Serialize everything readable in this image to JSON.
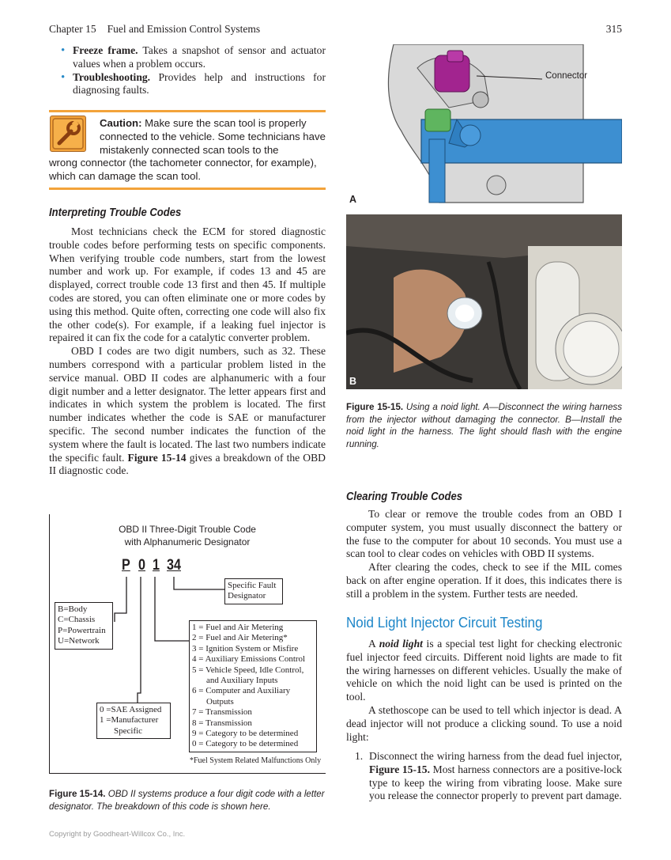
{
  "header": {
    "chapter": "Chapter 15",
    "chapter_title": "Fuel and Emission Control Systems",
    "page_number": "315"
  },
  "bullets": [
    {
      "term": "Freeze frame.",
      "text": " Takes a snapshot of sensor and actuator values when a problem occurs."
    },
    {
      "term": "Troubleshooting.",
      "text": " Provides help and instructions for diagnosing faults."
    }
  ],
  "caution": {
    "label": "Caution:",
    "text_first": " Make sure the scan tool is properly connected to the vehicle. Some technicians have mistakenly connected scan tools to the",
    "text_rest": "wrong connector (the tachometer connector, for example), which can damage the scan tool.",
    "icon": "wrench-icon",
    "accent_color": "#f3a33a"
  },
  "interpreting": {
    "heading": "Interpreting Trouble Codes",
    "para1": "Most technicians check the ECM for stored diagnostic trouble codes before performing tests on specific components. When verifying trouble code numbers, start from the lowest number and work up. For example, if codes 13 and 45 are displayed, correct trouble code 13 first and then 45. If multiple codes are stored, you can often eliminate one or more codes by using this method. Quite often, correcting one code will also fix the other code(s). For example, if a leaking fuel injector is repaired it can fix the code for a catalytic converter problem.",
    "para2_pre": "OBD I codes are two digit numbers, such as 32. These numbers correspond with a particular problem listed in the service manual. OBD II codes are alphanumeric with a four digit number and a letter designator. The letter appears first and indicates in which system the problem is located. The first number indicates whether the code is SAE or manufacturer specific. The second number indicates the function of the system where the fault is located. The last two numbers indicate the specific fault. ",
    "para2_ref": "Figure 15-14",
    "para2_post": " gives a breakdown of the OBD II diagnostic code."
  },
  "diagram": {
    "title_line1": "OBD II Three-Digit Trouble Code",
    "title_line2": "with Alphanumeric Designator",
    "code_letter": "P",
    "code_d1": "0",
    "code_d2": "1",
    "code_d34": "34",
    "specific_fault_1": "Specific Fault",
    "specific_fault_2": "Designator",
    "systems": [
      "B=Body",
      "C=Chassis",
      "P=Powertrain",
      "U=Network"
    ],
    "functions": [
      "1 = Fuel and Air Metering",
      "2 = Fuel and Air Metering*",
      "3 = Ignition System or Misfire",
      "4 = Auxiliary Emissions Control",
      "5 = Vehicle Speed, Idle Control,",
      "and Auxiliary Inputs",
      "6 = Computer and Auxiliary",
      "Outputs",
      "7 = Transmission",
      "8 = Transmission",
      "9 = Category to be determined",
      "0 = Category to be determined"
    ],
    "sae": [
      "0 =SAE Assigned",
      "1 =Manufacturer",
      "Specific"
    ],
    "footnote": "*Fuel System Related Malfunctions Only"
  },
  "fig14_caption": {
    "label": "Figure 15-14.",
    "text": " OBD II systems produce a four digit code with a letter designator. The breakdown of this code is shown here."
  },
  "fig15": {
    "connector_label": "Connector",
    "panel_a": "A",
    "panel_b": "B",
    "caption_label": "Figure 15-15.",
    "caption_text": " Using a noid light. A—Disconnect the wiring harness from the injector without damaging the connector. B—Install the noid light in the harness. The light should flash with the engine running."
  },
  "clearing": {
    "heading": "Clearing Trouble Codes",
    "para1": "To clear or remove the trouble codes from an OBD I computer system, you must usually disconnect the battery or the fuse to the computer for about 10 seconds. You must use a scan tool to clear codes on vehicles with OBD II systems.",
    "para2": "After clearing the codes, check to see if the MIL comes back on after engine operation. If it does, this indicates there is still a problem in the system. Further tests are needed."
  },
  "noid": {
    "heading": "Noid Light Injector Circuit Testing",
    "para1_pre": "A ",
    "para1_term": "noid light",
    "para1_post": " is a special test light for checking electronic fuel injector feed circuits. Different noid lights are made to fit the wiring harnesses on different vehicles. Usually the make of vehicle on which the noid light can be used is printed on the tool.",
    "para2": "A stethoscope can be used to tell which injector is dead. A dead injector will not produce a clicking sound. To use a noid light:",
    "step1_num": "1.",
    "step1_pre": "Disconnect the wiring harness from the dead fuel injector, ",
    "step1_ref": "Figure 15-15.",
    "step1_post": " Most harness connectors are a positive-lock type to keep the wiring from vibrating loose. Make sure you release the connector properly to prevent part damage."
  },
  "footer": "Copyright by Goodheart-Willcox Co., Inc."
}
